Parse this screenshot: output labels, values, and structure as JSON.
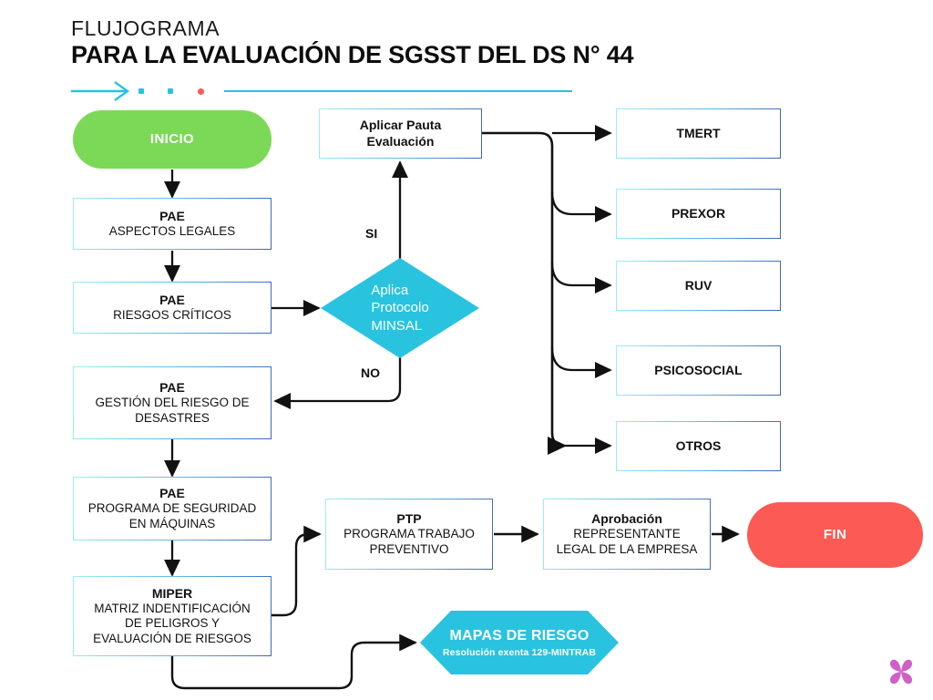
{
  "header": {
    "kicker": "FLUJOGRAMA",
    "title": "PARA LA EVALUACIÓN DE SGSST DEL DS N° 44"
  },
  "colors": {
    "start_green": "#7BD957",
    "end_red": "#FB5A55",
    "accent_cyan": "#29C3E0",
    "rule_cyan": "#29C3E0",
    "rule_dot_red": "#FB5A55",
    "box_border_from": "#9FF0F5",
    "box_border_to": "#3F63B8",
    "logo_purple": "#D05FC8",
    "text_dark": "#121212"
  },
  "nodes": {
    "inicio": {
      "label": "INICIO",
      "shape": "pill"
    },
    "pae_legales": {
      "title": "PAE",
      "body": "ASPECTOS LEGALES",
      "shape": "rect"
    },
    "pae_riesgos": {
      "title": "PAE",
      "body": "RIESGOS CRÍTICOS",
      "shape": "rect"
    },
    "pae_desastres": {
      "title": "PAE",
      "body": "GESTIÓN DEL RIESGO DE\nDESASTRES",
      "shape": "rect"
    },
    "pae_maquinas": {
      "title": "PAE",
      "body": "PROGRAMA DE SEGURIDAD\nEN MÁQUINAS",
      "shape": "rect"
    },
    "miper": {
      "title": "MIPER",
      "body": "MATRIZ  INDENTIFICACIÓN\nDE PELIGROS Y\nEVALUACIÓN DE RIESGOS",
      "shape": "rect"
    },
    "aplicar_pauta": {
      "title": "Aplicar Pauta",
      "body": "Evaluación",
      "shape": "rect"
    },
    "decision": {
      "label": "Aplica\nProtocolo\nMINSAL",
      "shape": "diamond"
    },
    "tmert": {
      "label": "TMERT",
      "shape": "rect"
    },
    "prexor": {
      "label": "PREXOR",
      "shape": "rect"
    },
    "ruv": {
      "label": "RUV",
      "shape": "rect"
    },
    "psicosocial": {
      "label": "PSICOSOCIAL",
      "shape": "rect"
    },
    "otros": {
      "label": "OTROS",
      "shape": "rect"
    },
    "ptp": {
      "title": "PTP",
      "body": "PROGRAMA TRABAJO\nPREVENTIVO",
      "shape": "rect"
    },
    "aprobacion": {
      "title": "Aprobación",
      "body": "REPRESENTANTE\nLEGAL DE LA EMPRESA",
      "shape": "rect"
    },
    "fin": {
      "label": "FIN",
      "shape": "pill"
    },
    "mapas": {
      "title": "MAPAS DE RIESGO",
      "subtitle": "Resolución exenta 129-MINTRAB",
      "shape": "hexagon"
    }
  },
  "edge_labels": {
    "si": "SI",
    "no": "NO"
  },
  "icons": {
    "logo": "flower-logo",
    "rule_arrow": "arrow-right-icon"
  }
}
